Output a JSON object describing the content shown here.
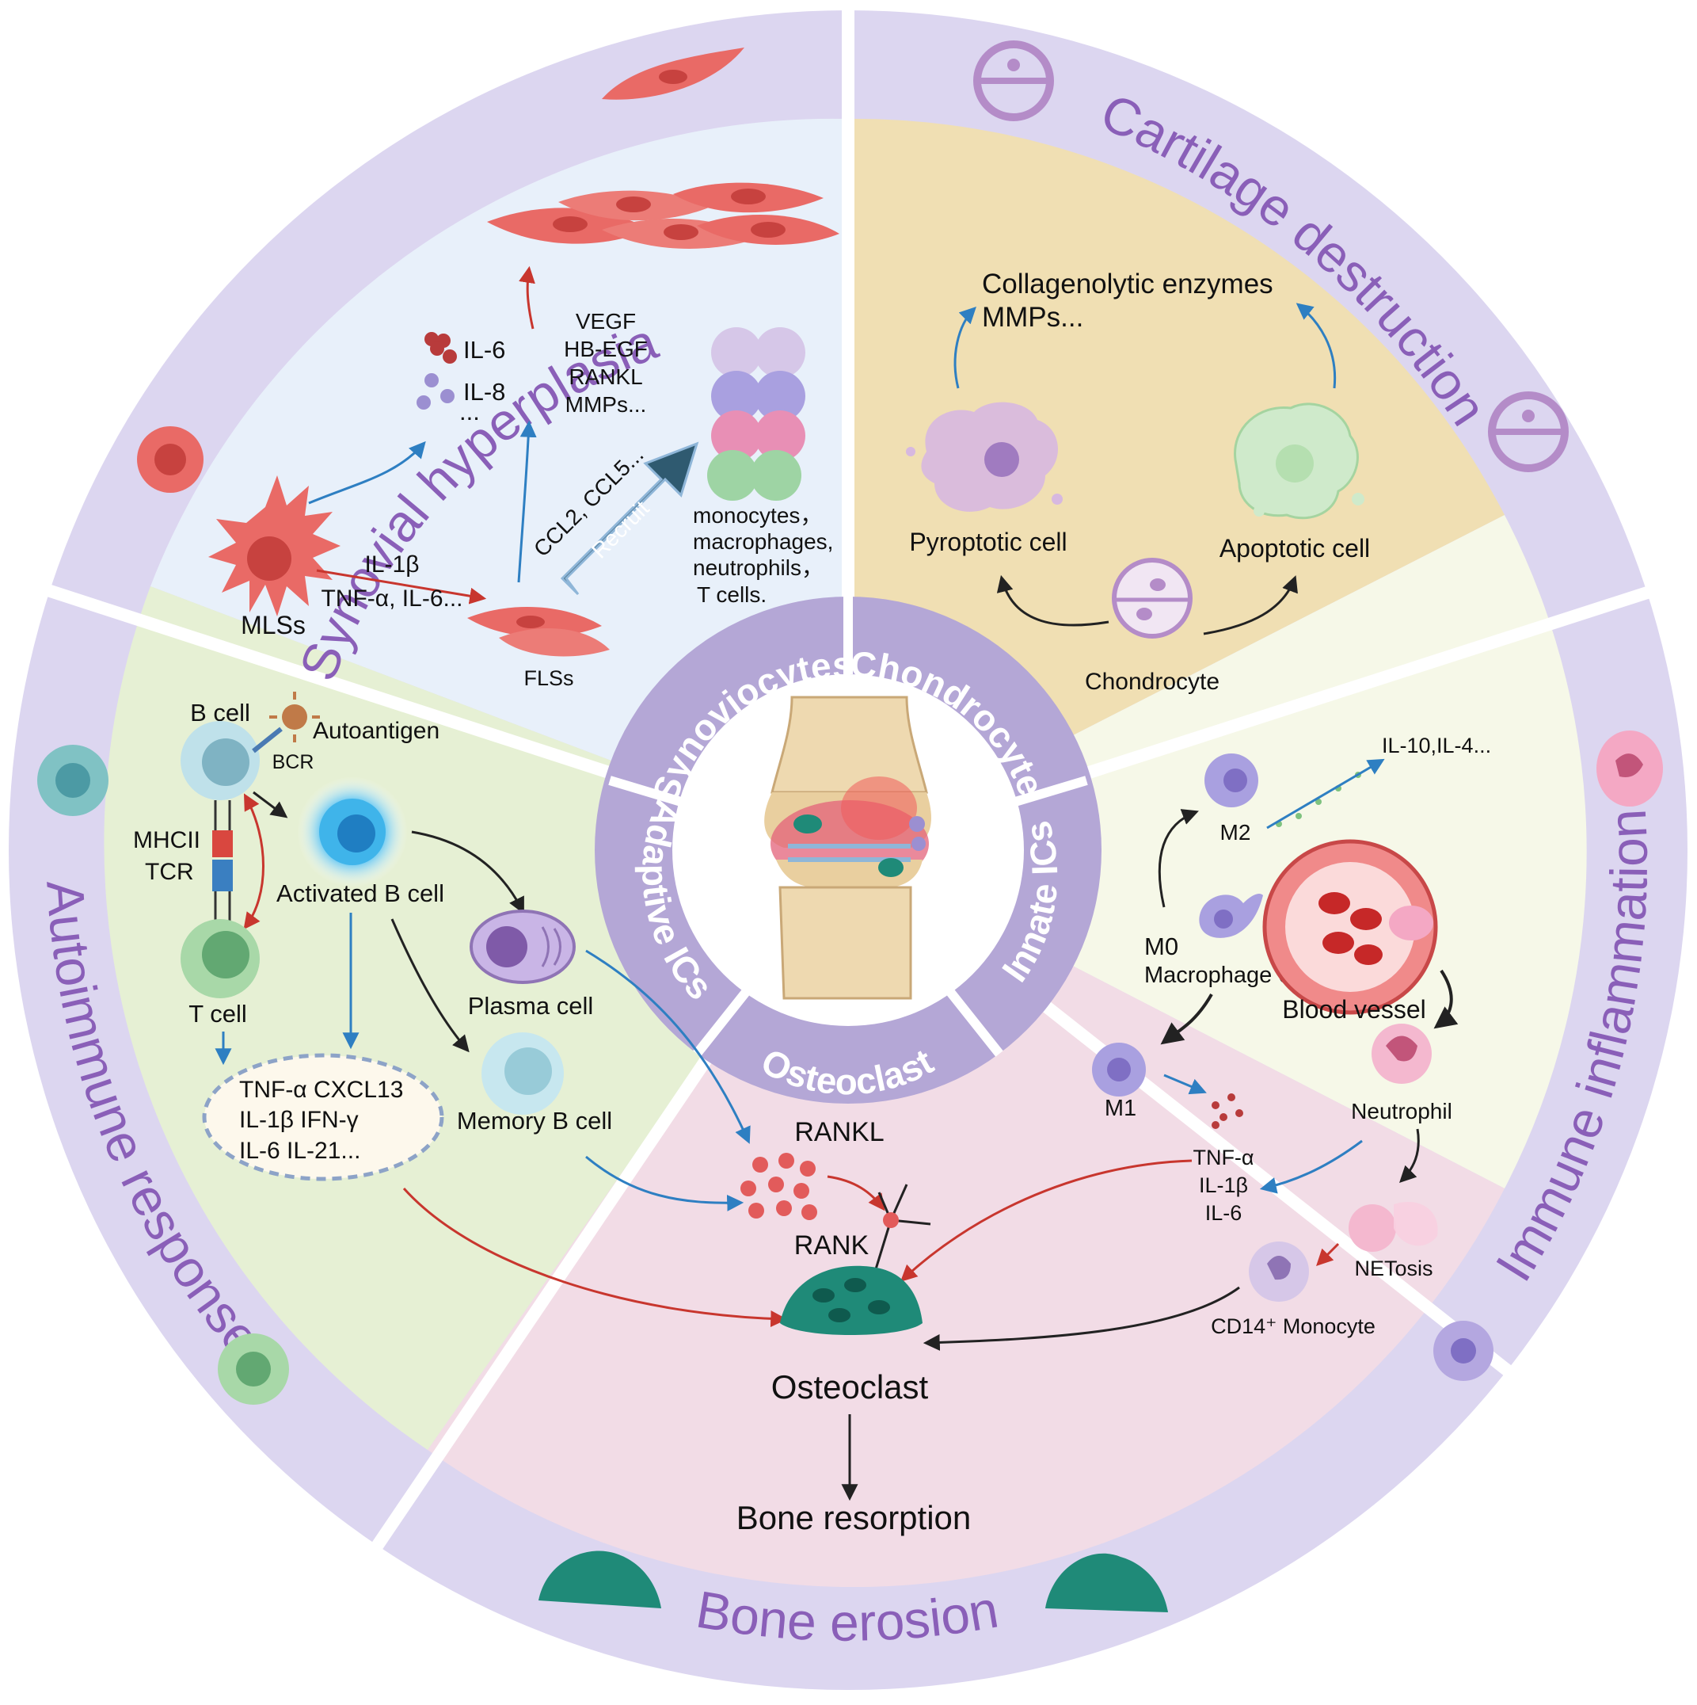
{
  "ring_titles": {
    "synovial": "Synovial hyperplasia",
    "cartilage": "Cartilage destruction",
    "immune": "Immune inflammation",
    "bone": "Bone erosion",
    "autoimmune": "Autoimmune response"
  },
  "hub_labels": {
    "synoviocytes": "Synoviocytes",
    "chondrocyte": "Chondrocyte",
    "innate": "Innate ICs",
    "osteoclast": "Osteoclast",
    "adaptive": "Adaptive ICs"
  },
  "synovial": {
    "il6": "IL-6",
    "il8": "IL-8",
    "ellipsis": "...",
    "factors": [
      "VEGF",
      "HB-EGF",
      "RANKL",
      "MMPs..."
    ],
    "cytokines_line1": "IL-1β",
    "cytokines_line2": "TNF-α, IL-6...",
    "mls": "MLSs",
    "fls": "FLSs",
    "chemokines": "CCL2, CCL5...",
    "recruit": "Recruit",
    "recruited_cells": [
      "monocytes，",
      "macrophages,",
      "neutrophils，",
      "T cells."
    ]
  },
  "cartilage": {
    "enzymes_line1": "Collagenolytic enzymes",
    "enzymes_line2": "MMPs...",
    "pyroptotic": "Pyroptotic cell",
    "apoptotic": "Apoptotic cell",
    "chondrocyte": "Chondrocyte"
  },
  "immune": {
    "m2": "M2",
    "anti_cytokines": "IL-10,IL-4...",
    "m0": "M0",
    "macrophage0": "Macrophage 0",
    "blood_vessel": "Blood vessel",
    "m1": "M1",
    "neutrophil": "Neutrophil",
    "cytokines": [
      "TNF-α",
      "IL-1β",
      "IL-6"
    ],
    "netosis": "NETosis",
    "monocyte": "CD14⁺ Monocyte"
  },
  "autoimmune": {
    "b_cell": "B cell",
    "autoantigen": "Autoantigen",
    "bcr": "BCR",
    "mhc": "MHCII",
    "tcr": "TCR",
    "activated_b": "Activated B cell",
    "t_cell": "T cell",
    "plasma_cell": "Plasma cell",
    "memory_b": "Memory B cell",
    "cytokine_rows": [
      "TNF-α CXCL13",
      "IL-1β  IFN-γ",
      "IL-6  IL-21..."
    ]
  },
  "bone": {
    "rankl": "RANKL",
    "rank": "RANK",
    "osteoclast": "Osteoclast",
    "resorption": "Bone resorption"
  },
  "colors": {
    "ring": "#dcd6f0",
    "hub": "#b4a7d6",
    "title": "#8a5fb8",
    "synovial_bg": "#e8f0fa",
    "cartilage_bg": "#f0dfb3",
    "immune_bg": "#f6f8e8",
    "bone_bg": "#f2dce6",
    "autoimmune_bg": "#e6f0d4",
    "osteoclast": "#1f8a78",
    "red_arrow": "#c8362e",
    "blue_arrow": "#2e7fc2",
    "fibroblast": "#e96a66",
    "recruit_arrow": "#2f5a70"
  }
}
